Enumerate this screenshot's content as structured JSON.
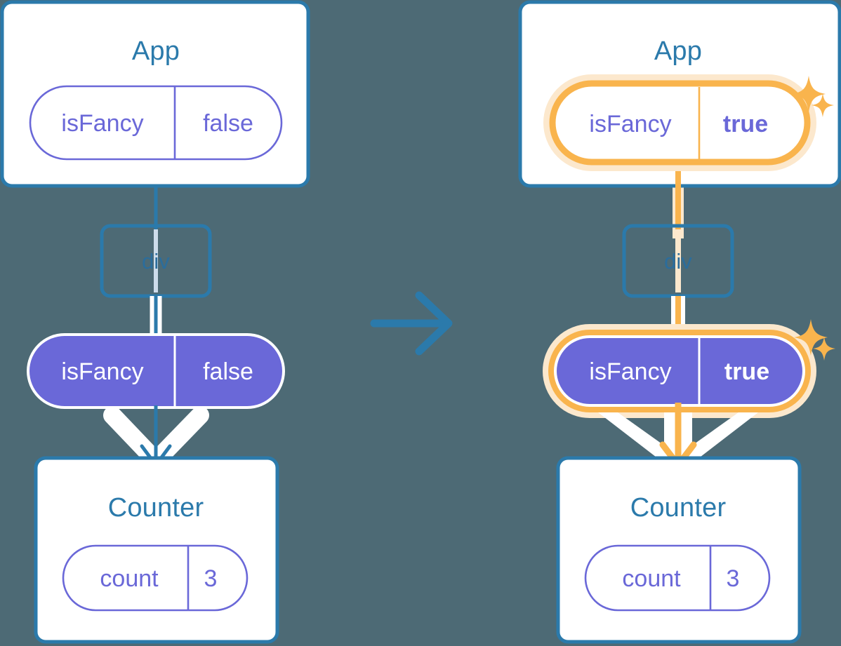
{
  "meta": {
    "title": "React state update propagation diagram",
    "background_color": "#4d6a75"
  },
  "colors": {
    "background": "#4d6a75",
    "box_border": "#2b7aab",
    "box_fill": "#ffffff",
    "title_text": "#2b7aab",
    "pill_outline_stroke": "#6a68d8",
    "pill_outline_text": "#6a68d8",
    "pill_filled_fill": "#6a68d8",
    "pill_filled_text": "#ffffff",
    "connector_teal": "#2b7aab",
    "connector_inner_light": "#cddceb",
    "highlight_orange": "#f9b44d",
    "highlight_orange_glow": "#fbd9a4",
    "highlight_orange_pale": "#fce8cd",
    "arrow_halo_white": "#ffffff",
    "transition_arrow": "#2b7aab"
  },
  "panels": [
    {
      "id": "before",
      "name": "before-state",
      "app": {
        "title": "App",
        "state_pill": {
          "key": "isFancy",
          "value": "false",
          "style": "outline",
          "highlighted": false,
          "bold_value": false
        }
      },
      "div": {
        "label": "div"
      },
      "prop_pill": {
        "key": "isFancy",
        "value": "false",
        "style": "filled",
        "highlighted": false,
        "bold_value": false
      },
      "counter": {
        "title": "Counter",
        "state_pill": {
          "key": "count",
          "value": "3",
          "style": "outline",
          "highlighted": false,
          "bold_value": false
        }
      },
      "connector_color": "#2b7aab",
      "sparkles": false
    },
    {
      "id": "after",
      "name": "after-state",
      "app": {
        "title": "App",
        "state_pill": {
          "key": "isFancy",
          "value": "true",
          "style": "outline",
          "highlighted": true,
          "bold_value": true
        }
      },
      "div": {
        "label": "div"
      },
      "prop_pill": {
        "key": "isFancy",
        "value": "true",
        "style": "filled",
        "highlighted": true,
        "bold_value": true
      },
      "counter": {
        "title": "Counter",
        "state_pill": {
          "key": "count",
          "value": "3",
          "style": "outline",
          "highlighted": false,
          "bold_value": false
        }
      },
      "connector_color": "#f9b44d",
      "sparkles": true
    }
  ],
  "transition": {
    "icon": "arrow-right-icon",
    "color": "#2b7aab"
  },
  "sparkle_icons": [
    {
      "name": "sparkle-large-icon",
      "size": "large"
    },
    {
      "name": "sparkle-small-icon",
      "size": "small"
    }
  ]
}
